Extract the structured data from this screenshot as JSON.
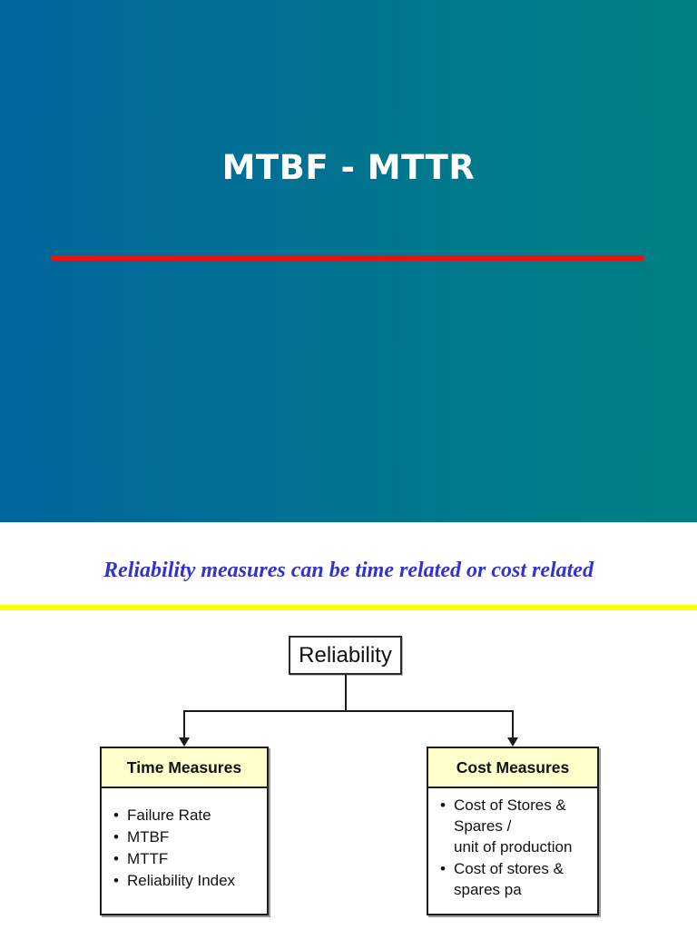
{
  "slide1": {
    "title": "MTBF - MTTR",
    "colors": {
      "gradient_left": "#01669b",
      "gradient_right": "#008083",
      "title_text": "#ffffff",
      "divider_line": "#ee1111"
    }
  },
  "slide2": {
    "subtitle": "Reliability measures can be time related or cost related",
    "colors": {
      "subtitle_text": "#3333cc",
      "divider_line": "#ffff00",
      "branch_header_fill": "#ffffcc",
      "box_border": "#1f1f1f"
    },
    "diagram": {
      "root_label": "Reliability",
      "branches": [
        {
          "header": "Time Measures",
          "items": [
            "Failure Rate",
            "MTBF",
            "MTTF",
            "Reliability Index"
          ]
        },
        {
          "header": "Cost Measures",
          "items": [
            "Cost of Stores &\nSpares /\nunit of production",
            "Cost of stores &\nspares pa"
          ]
        }
      ]
    }
  }
}
